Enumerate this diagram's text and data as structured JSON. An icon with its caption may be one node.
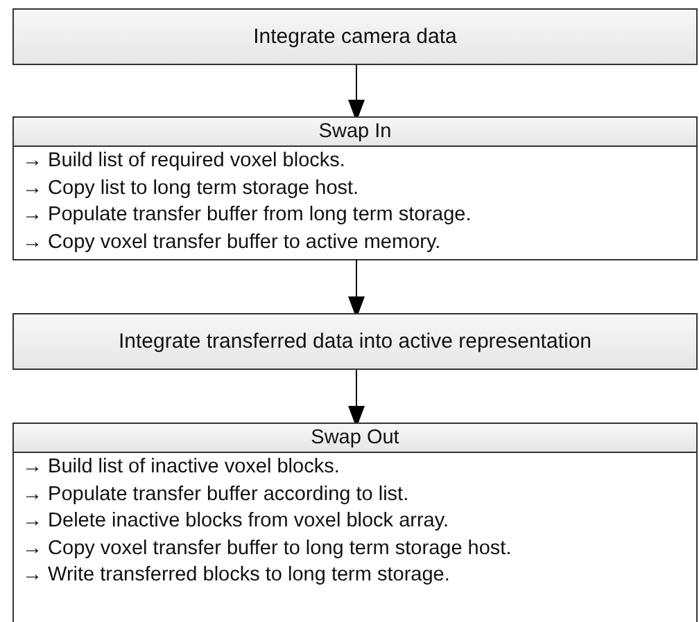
{
  "diagram": {
    "nodes": [
      {
        "text": [
          "Integrate camera data"
        ]
      },
      {
        "text": [
          "Swap In",
          "→ Build list of required voxel blocks.",
          "→ Copy list to long term storage host.",
          "→ Populate transfer buffer from long term storage.",
          "→ Copy voxel transfer buffer to active memory."
        ]
      },
      {
        "text": [
          "Integrate transferred data into active representation"
        ]
      },
      {
        "text": [
          "Swap Out",
          "→ Build list of inactive voxel blocks.",
          "→ Populate transfer buffer according to list.",
          "→ Delete inactive blocks from voxel block array.",
          "→ Copy voxel transfer buffer to long term storage host.",
          "→ Write transferred blocks to long term storage."
        ]
      }
    ],
    "edges": [
      {
        "from": 0,
        "to": 1,
        "arrow": "to"
      },
      {
        "from": 1,
        "to": 2,
        "arrow": "to"
      },
      {
        "from": 2,
        "to": 3,
        "arrow": "to"
      }
    ]
  }
}
